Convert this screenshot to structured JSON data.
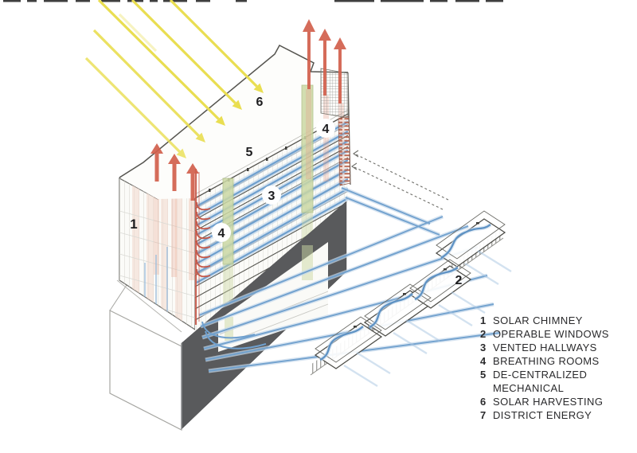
{
  "legend": {
    "items": [
      {
        "num": "1",
        "label": "SOLAR CHIMNEY"
      },
      {
        "num": "2",
        "label": "OPERABLE WINDOWS"
      },
      {
        "num": "3",
        "label": "VENTED HALLWAYS"
      },
      {
        "num": "4",
        "label": "BREATHING ROOMS"
      },
      {
        "num": "5",
        "label": "DE-CENTRALIZED MECHANICAL"
      },
      {
        "num": "6",
        "label": "SOLAR HARVESTING"
      },
      {
        "num": "7",
        "label": "DISTRICT ENERGY"
      }
    ]
  },
  "callouts": {
    "solar_chimney": "1",
    "operable_windows": "2",
    "vented_hallways": "3",
    "breathing_rooms_upper": "4",
    "breathing_rooms_lower": "4",
    "mechanical": "5",
    "solar_harvesting": "6"
  },
  "colors": {
    "sun_rays": "#e9de51",
    "exhaust_air": "#d2604d",
    "fresh_air": "#6fa0ce",
    "fresh_air_light": "#c7daec",
    "greenery": "#cbd8a4",
    "site_wall": "#595a5c",
    "text": "#2a2a2c"
  }
}
